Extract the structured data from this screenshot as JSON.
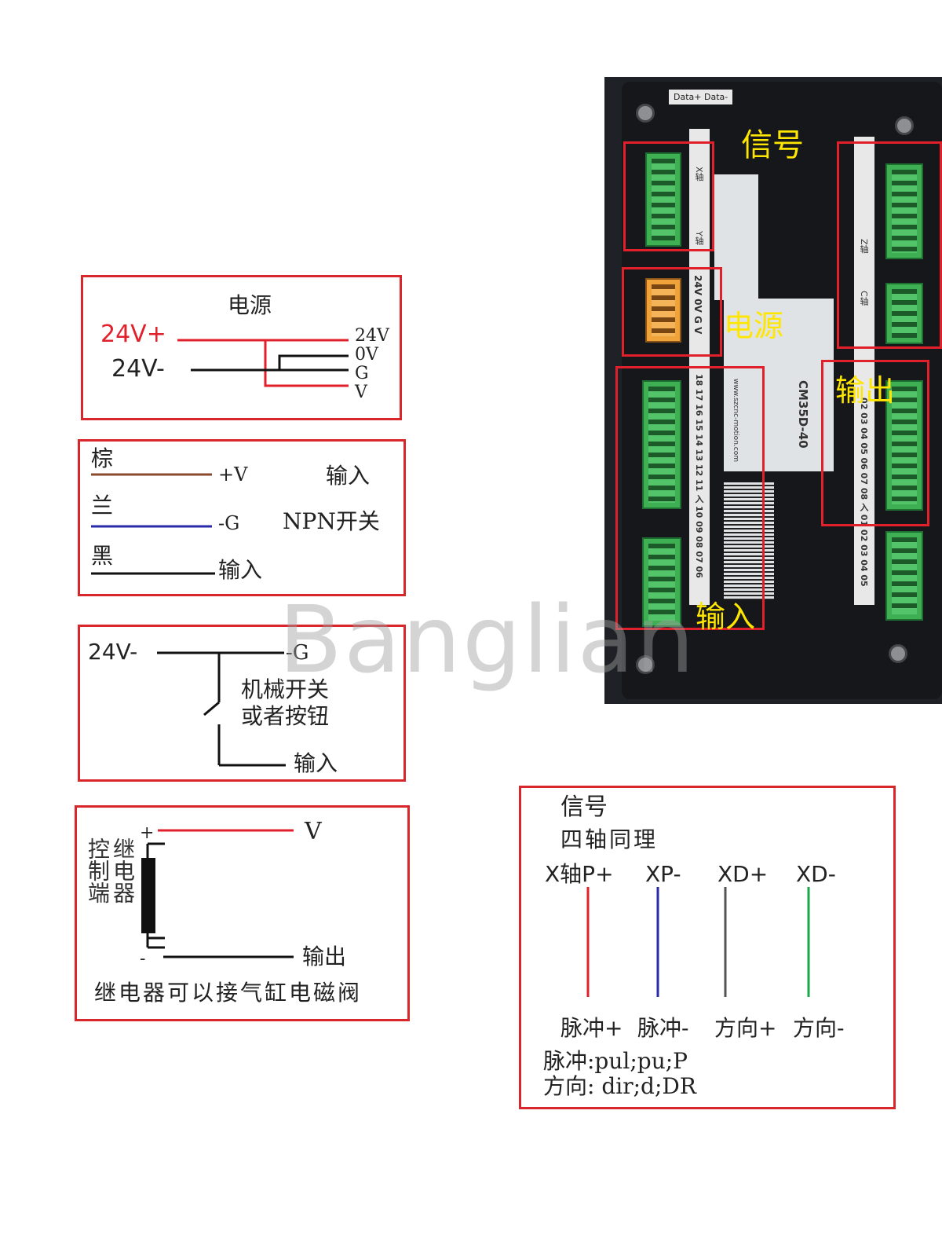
{
  "power": {
    "title": "电源",
    "pos": "24V+",
    "neg": "24V-",
    "pins": [
      "24V",
      "0V",
      "G",
      "V"
    ]
  },
  "npn": {
    "wire_brown": "棕",
    "wire_blue": "兰",
    "wire_black": "黑",
    "pin_v": "+V",
    "pin_g": "-G",
    "pin_in": "输入",
    "label_in": "输入",
    "label_npn": "NPN开关"
  },
  "mech": {
    "neg": "24V-",
    "pin_g": "-G",
    "label_line1": "机械开关",
    "label_line2": "或者按钮",
    "pin_in": "输入"
  },
  "relay": {
    "plus": "+",
    "minus": "-",
    "pin_v": "V",
    "pin_out": "输出",
    "side_col1": "继电器",
    "side_col2": "控制端",
    "note": "继电器可以接气缸电磁阀"
  },
  "signal": {
    "title": "信号",
    "subtitle": "四轴同理",
    "top_labels": [
      "X轴P+",
      "XP-",
      "XD+",
      "XD-"
    ],
    "bottom_labels": [
      "脉冲+",
      "脉冲-",
      "方向+",
      "方向-"
    ],
    "note1": "脉冲:pul;pu;P",
    "note2": "方向: dir;d;DR",
    "colors": [
      "#e0202a",
      "#2a2aa8",
      "#555555",
      "#1aa84a"
    ]
  },
  "photo": {
    "header_label": "Data+ Data-",
    "label_signal": "信号",
    "label_power": "电源",
    "label_output": "输出",
    "label_input": "输入",
    "pin_row_power": "24V 0V G V",
    "pin_row_input": "18 17 16 15 14 13 12 11 入 10 09 08 07 06",
    "pin_row_output": "02 03 04 05 06 07 08 入 01 02 03 04 05",
    "model": "CM35D-40",
    "website": "www.szcnc-motion.com",
    "axis_labels": [
      "X轴",
      "Y轴",
      "Z轴",
      "C轴"
    ]
  },
  "watermark": "Banglian"
}
